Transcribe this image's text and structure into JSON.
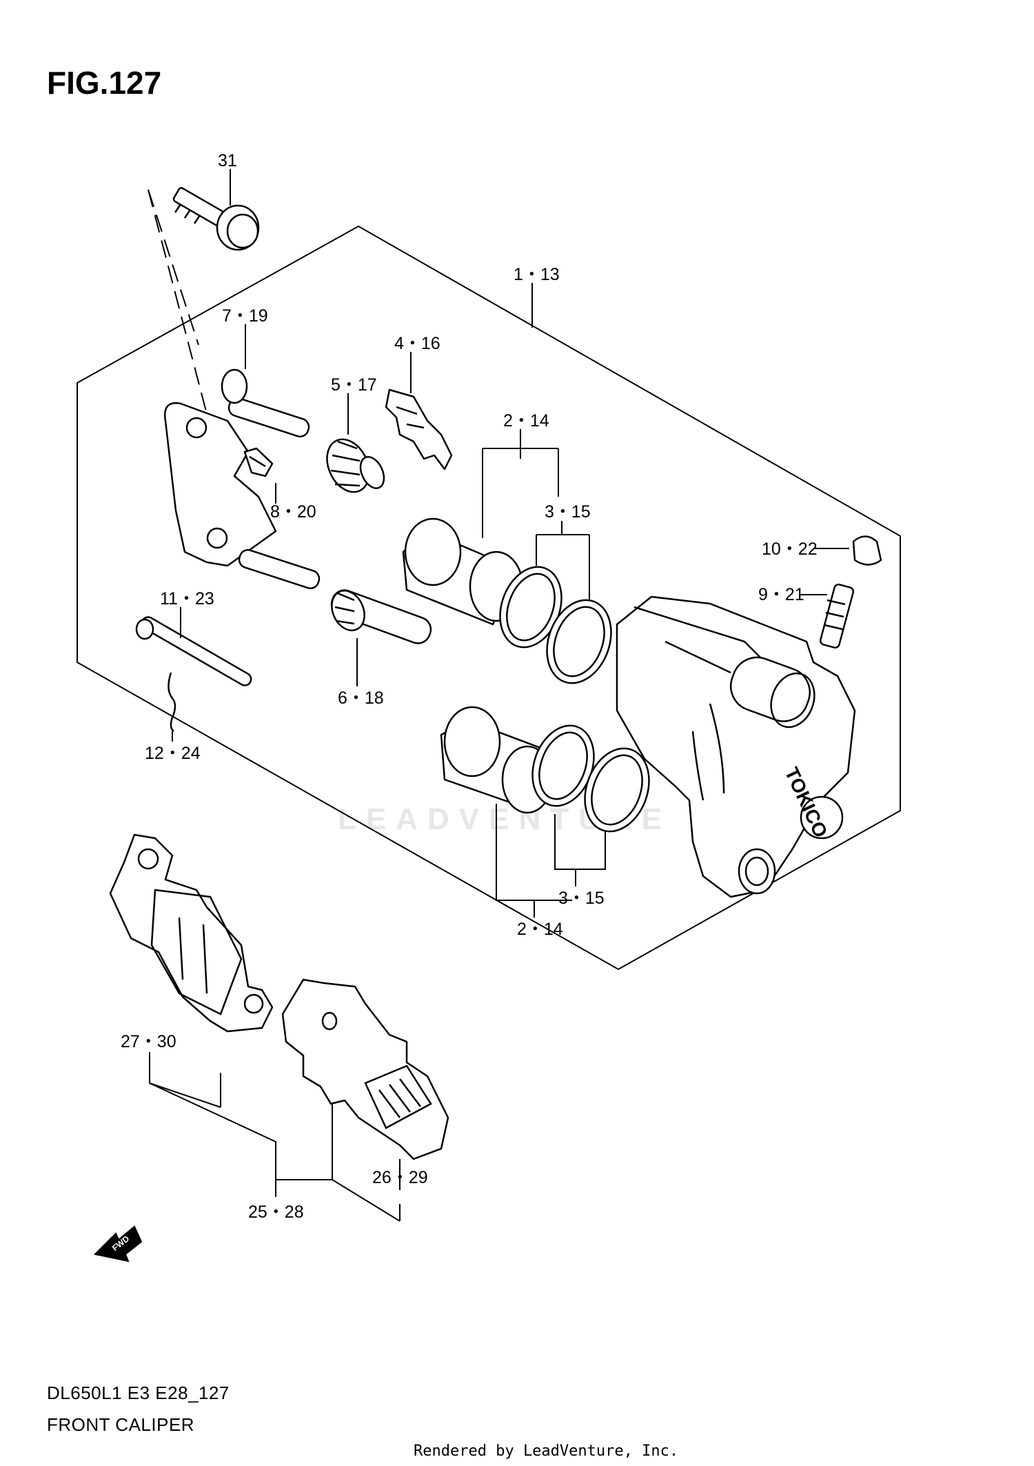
{
  "figure": {
    "title": "FIG.127",
    "model_code": "DL650L1 E3 E28_127",
    "section_name": "FRONT CALIPER",
    "render_credit": "Rendered by LeadVenture, Inc.",
    "watermark": "LEADVENTURE",
    "fwd_label": "FWD",
    "caliper_brand": "TOKICO"
  },
  "callouts": {
    "c31": "31",
    "c1_13": "1・13",
    "c7_19": "7・19",
    "c4_16": "4・16",
    "c5_17": "5・17",
    "c2_14_top": "2・14",
    "c8_20": "8・20",
    "c3_15_top": "3・15",
    "c10_22": "10・22",
    "c9_21": "9・21",
    "c11_23": "11・23",
    "c6_18": "6・18",
    "c12_24": "12・24",
    "c3_15_bottom": "3・15",
    "c2_14_bottom": "2・14",
    "c27_30": "27・30",
    "c25_28": "25・28",
    "c26_29": "26・29"
  }
}
